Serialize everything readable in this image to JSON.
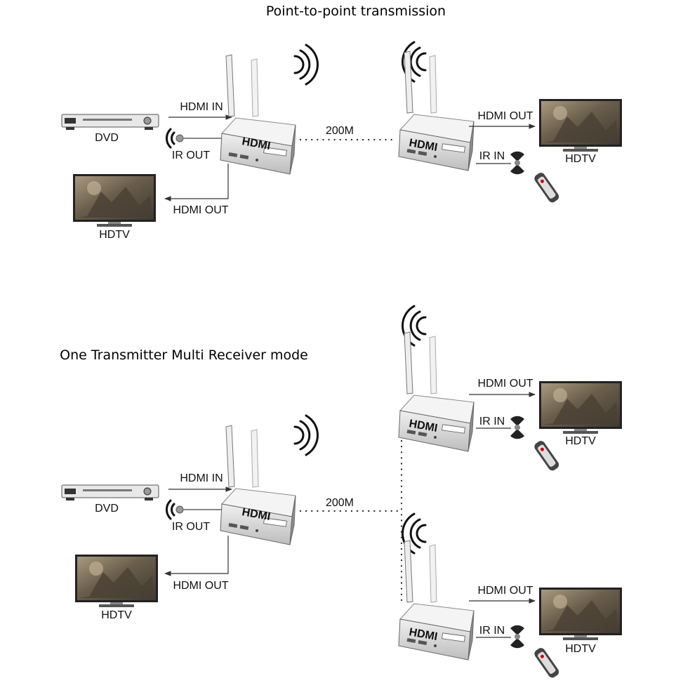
{
  "titles": {
    "p2p": "Point-to-point transmission",
    "multi": "One Transmitter Multi Receiver mode"
  },
  "labels": {
    "hdmi_in": "HDMI IN",
    "hdmi_out": "HDMI OUT",
    "ir_out": "IR OUT",
    "ir_in": "IR IN",
    "dvd": "DVD",
    "hdtv": "HDTV",
    "distance": "200M",
    "device_brand": "HDMI"
  },
  "icons": {
    "dvd": "dvd-player-icon",
    "tv": "tv-screen-icon",
    "transmitter": "wireless-transmitter-icon",
    "receiver": "wireless-receiver-icon",
    "ir_emitter": "ir-emitter-icon",
    "ir_receiver": "ir-receiver-icon",
    "remote": "remote-control-icon",
    "signal": "wifi-signal-icon"
  },
  "colors": {
    "device_body": "#d9d9d9",
    "device_dark": "#8a8a8a",
    "screen_bg": "#6b6253",
    "text": "#111111"
  }
}
